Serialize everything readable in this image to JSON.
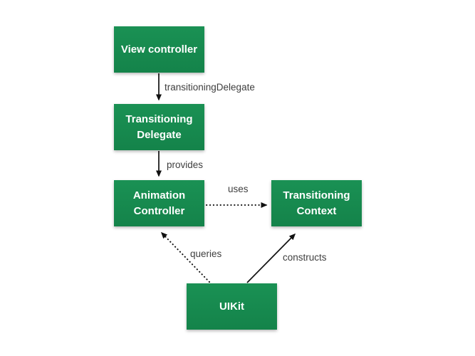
{
  "diagram": {
    "description": "UIKit view controller transitioning architecture diagram",
    "colors": {
      "box_fill": "#168a4e",
      "box_text": "#ffffff",
      "edge_label_text": "#3e3e3e",
      "arrow": "#111111",
      "background": "#ffffff"
    },
    "nodes": [
      {
        "id": "view_controller",
        "label": "View controller"
      },
      {
        "id": "transitioning_delegate",
        "label": "Transitioning Delegate"
      },
      {
        "id": "animation_controller",
        "label": "Animation Controller"
      },
      {
        "id": "transitioning_context",
        "label": "Transitioning Context"
      },
      {
        "id": "uikit",
        "label": "UIKit"
      }
    ],
    "edges": [
      {
        "label": "transitioningDelegate",
        "from": "view_controller",
        "to": "transitioning_delegate",
        "style": "solid"
      },
      {
        "label": "provides",
        "from": "transitioning_delegate",
        "to": "animation_controller",
        "style": "solid"
      },
      {
        "label": "uses",
        "from": "animation_controller",
        "to": "transitioning_context",
        "style": "dotted"
      },
      {
        "label": "queries",
        "from": "uikit",
        "to": "animation_controller",
        "style": "dotted"
      },
      {
        "label": "constructs",
        "from": "uikit",
        "to": "transitioning_context",
        "style": "solid"
      }
    ]
  }
}
